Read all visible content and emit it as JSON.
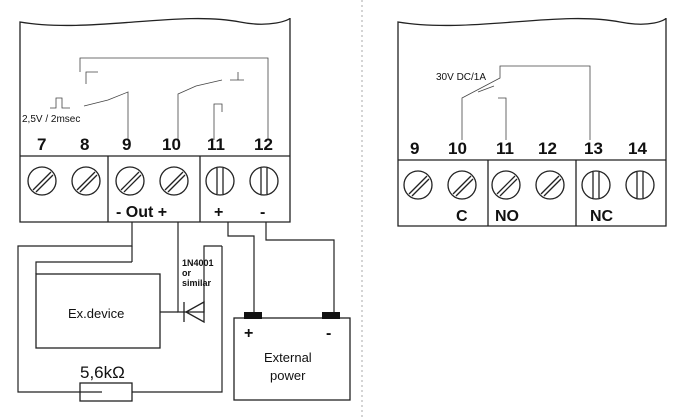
{
  "left_module": {
    "terminals": [
      "7",
      "8",
      "9",
      "10",
      "11",
      "12"
    ],
    "pulse_label": "2,5V / 2msec",
    "out_label": "- Out +",
    "plus_label": "+",
    "minus_label": "-"
  },
  "right_module": {
    "terminals": [
      "9",
      "10",
      "11",
      "12",
      "13",
      "14"
    ],
    "rating_label": "30V DC/1A",
    "c_label": "C",
    "no_label": "NO",
    "nc_label": "NC"
  },
  "external_circuit": {
    "diode_label_line1": "1N4001",
    "diode_label_line2": "or",
    "diode_label_line3": "similar",
    "device_label": "Ex.device",
    "resistor_label": "5,6kΩ",
    "power_plus": "+",
    "power_minus": "-",
    "power_label_line1": "External",
    "power_label_line2": "power"
  }
}
